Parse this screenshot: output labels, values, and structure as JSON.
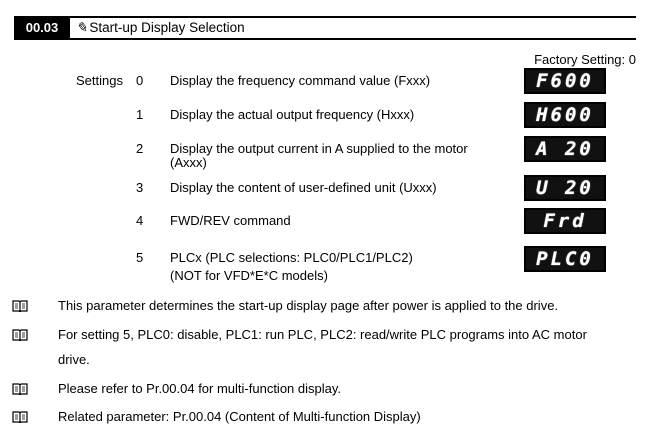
{
  "header": {
    "code": "00.03",
    "title": "Start-up Display Selection"
  },
  "factory_setting": "Factory Setting: 0",
  "settings_label": "Settings",
  "settings": [
    {
      "num": "0",
      "desc": "Display the frequency command value (Fxxx)",
      "display": "F600"
    },
    {
      "num": "1",
      "desc": "Display the actual output frequency (Hxxx)",
      "display": "H600"
    },
    {
      "num": "2",
      "desc": "Display the output current in A supplied to the motor",
      "desc2": "(Axxx)",
      "display": "A 20"
    },
    {
      "num": "3",
      "desc": "Display the content of user-defined unit (Uxxx)",
      "display": "U 20"
    },
    {
      "num": "4",
      "desc": "FWD/REV command",
      "display": " Frd"
    },
    {
      "num": "5",
      "desc": "PLCx (PLC selections: PLC0/PLC1/PLC2)",
      "desc2": "(NOT for VFD*E*C models)",
      "display": "PLC0"
    }
  ],
  "notes": [
    {
      "text": "This parameter determines the start-up display page after power is applied to the drive."
    },
    {
      "text": "For setting 5, PLC0: disable, PLC1: run PLC, PLC2: read/write PLC programs into AC motor",
      "text2": "drive."
    },
    {
      "text": "Please refer to Pr.00.04 for multi-function display."
    },
    {
      "text": "Related parameter: Pr.00.04 (Content of Multi-function Display)"
    }
  ]
}
